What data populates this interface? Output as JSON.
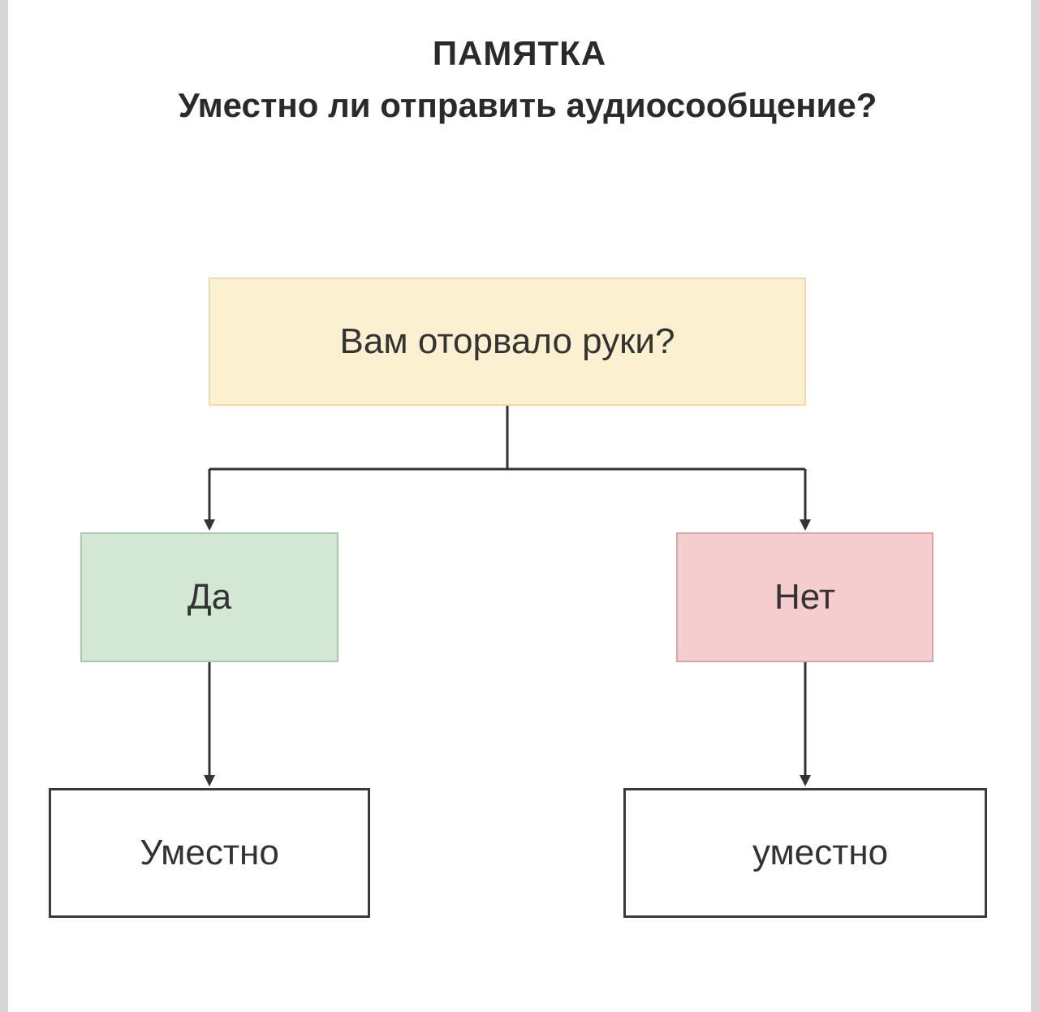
{
  "header": {
    "title": "ПАМЯТКА",
    "subtitle": "Уместно ли отправить аудиосообщение?"
  },
  "flowchart": {
    "question": "Вам оторвало руки?",
    "branches": [
      {
        "answer": "Да",
        "result": "Уместно"
      },
      {
        "answer": "Нет",
        "result": "уместно"
      }
    ]
  },
  "colors": {
    "question_fill": "#fbf0cf",
    "yes_fill": "#d3e7d5",
    "no_fill": "#f5cdcf",
    "result_fill": "#ffffff",
    "connector": "#333333"
  }
}
